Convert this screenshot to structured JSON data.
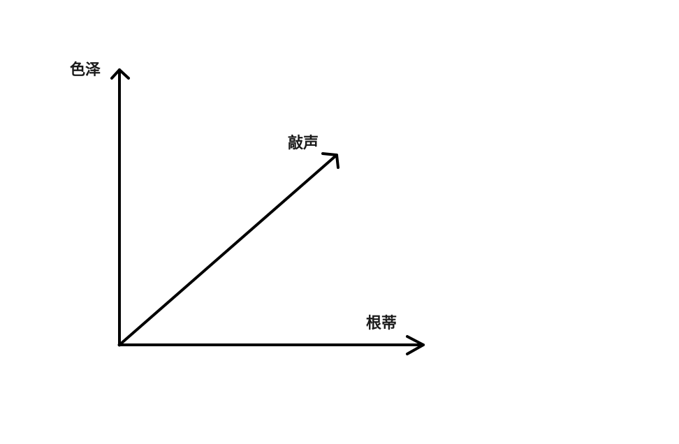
{
  "diagram": {
    "axes": [
      {
        "id": "vertical",
        "label": "色泽"
      },
      {
        "id": "diagonal",
        "label": "敲声"
      },
      {
        "id": "horizontal",
        "label": "根蒂"
      }
    ],
    "stroke_color": "#000000",
    "text_color": "#1a1a1a"
  }
}
